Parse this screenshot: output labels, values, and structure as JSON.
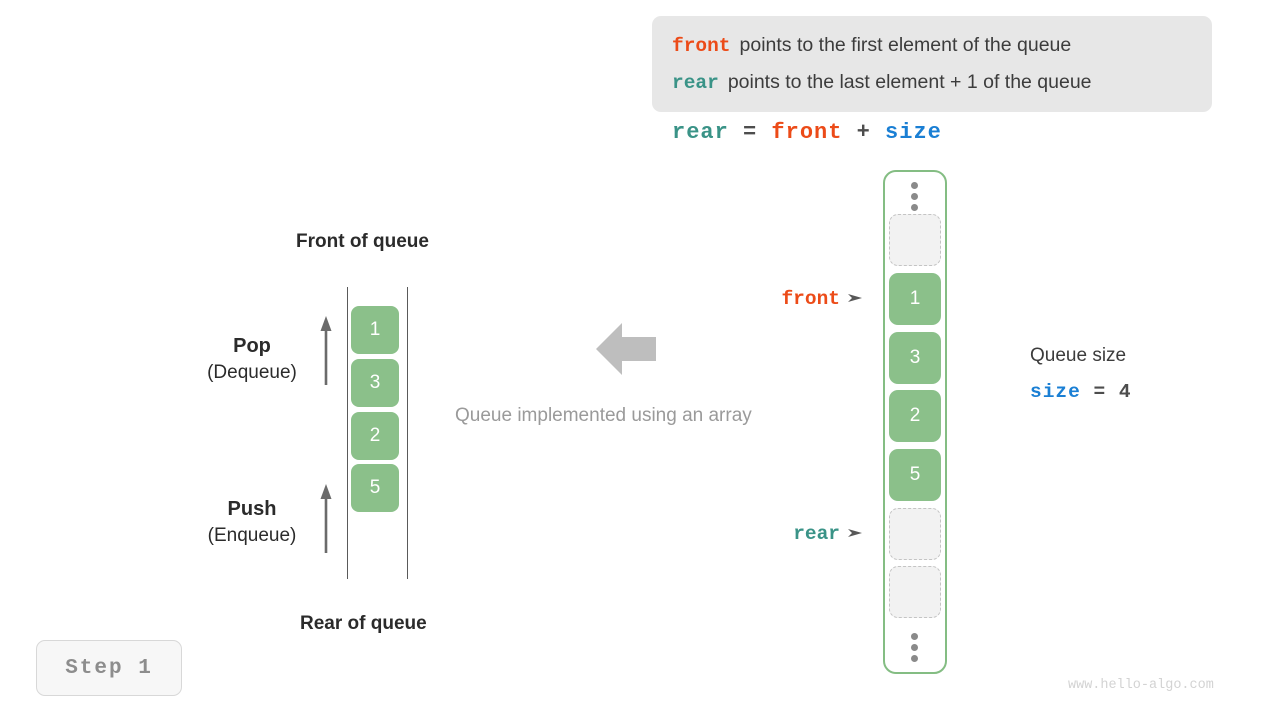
{
  "info_box": {
    "lines": [
      {
        "keyword": "front",
        "keyword_color": "#ec4b18",
        "text": "points to the first element of the queue"
      },
      {
        "keyword": "rear",
        "keyword_color": "#3a9387",
        "text": "points to the last element + 1 of the queue"
      }
    ]
  },
  "formula": {
    "rear": "rear",
    "equals": "=",
    "front": "front",
    "plus": "+",
    "size": "size"
  },
  "left_queue": {
    "top_title": "Front of queue",
    "bottom_title": "Rear of queue",
    "cells": [
      "1",
      "3",
      "2",
      "5"
    ],
    "pop": {
      "title": "Pop",
      "subtitle": "(Dequeue)"
    },
    "push": {
      "title": "Push",
      "subtitle": "(Enqueue)"
    }
  },
  "center": {
    "caption": "Queue implemented using an array"
  },
  "array": {
    "cells": [
      {
        "value": "",
        "state": "empty"
      },
      {
        "value": "1",
        "state": "filled"
      },
      {
        "value": "3",
        "state": "filled"
      },
      {
        "value": "2",
        "state": "filled"
      },
      {
        "value": "5",
        "state": "filled"
      },
      {
        "value": "",
        "state": "empty"
      },
      {
        "value": "",
        "state": "empty"
      }
    ],
    "front_label": "front",
    "rear_label": "rear"
  },
  "size_info": {
    "title": "Queue size",
    "var": "size",
    "equals": "=",
    "value": "4"
  },
  "step_badge": "Step 1",
  "watermark": "www.hello-algo.com",
  "colors": {
    "green": "#8bc08a",
    "green_border": "#84bd83",
    "orange": "#ec4b18",
    "teal": "#3a9387",
    "blue": "#1a7fd4",
    "gray": "#9a9a9a"
  }
}
